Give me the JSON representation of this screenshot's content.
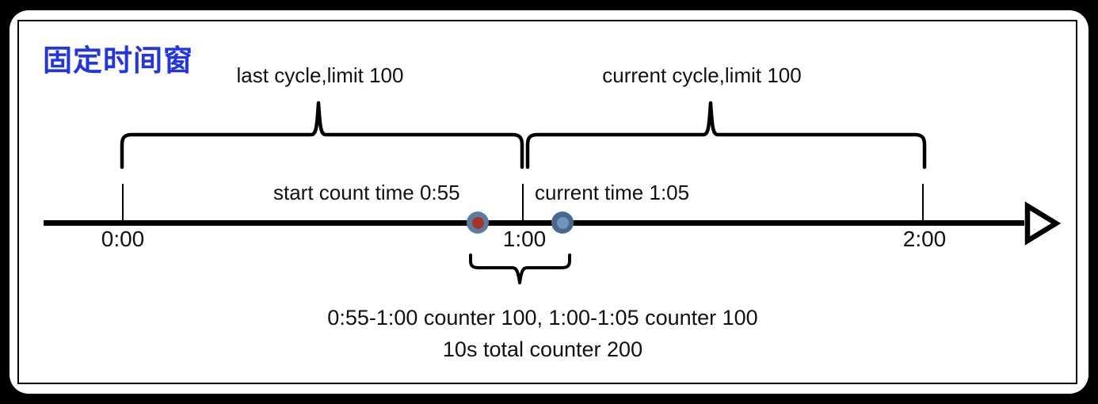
{
  "title": "固定时间窗",
  "colors": {
    "title_blue": "#2134e8",
    "diagram_black": "#000000",
    "red_dot_fill": "#a63325",
    "red_dot_ring": "#5b7ca1",
    "blue_dot_fill": "#7195bd",
    "blue_dot_ring": "#48688f"
  },
  "cycles": [
    {
      "label": "last cycle,limit 100",
      "limit": 100
    },
    {
      "label": "current cycle,limit 100",
      "limit": 100
    }
  ],
  "timeline": {
    "ticks": [
      {
        "label": "0:00"
      },
      {
        "label": "1:00"
      },
      {
        "label": "2:00"
      }
    ],
    "markers": [
      {
        "label": "start count time 0:55",
        "time": "0:55",
        "color": "red"
      },
      {
        "label": "current time 1:05",
        "time": "1:05",
        "color": "blue"
      }
    ]
  },
  "annotations": {
    "counter_line1": "0:55-1:00 counter 100, 1:00-1:05 counter 100",
    "counter_line2": "10s total counter 200"
  }
}
